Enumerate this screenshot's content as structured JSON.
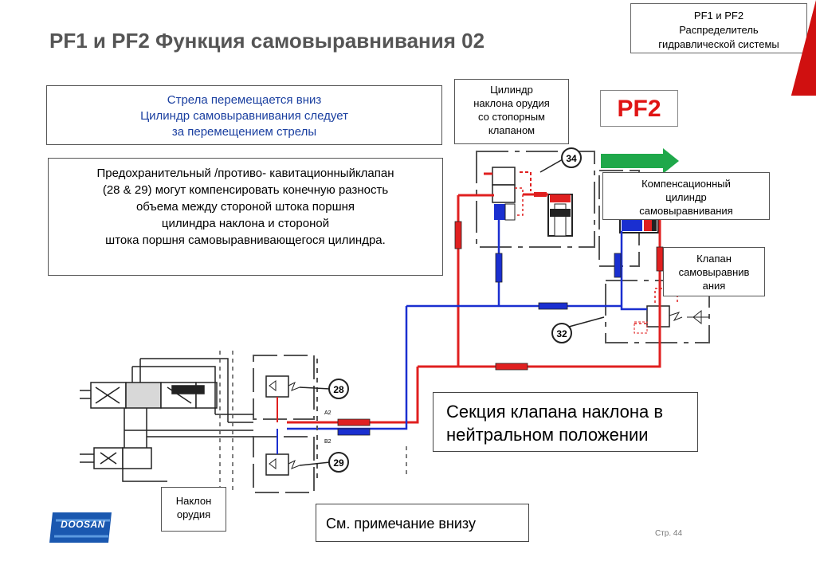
{
  "title": "PF1 и PF2   Функция самовыравнивания 02",
  "header_box": {
    "lines": [
      "PF1 и PF2",
      "Распределитель",
      "гидравлической системы"
    ]
  },
  "info_box": {
    "lines": [
      "Стрела перемещается вниз",
      "Цилиндр самовыравнивания следует",
      "за перемещением стрелы"
    ]
  },
  "note_box": {
    "lines": [
      "Предохранительный /противо- кавитационныйклапан",
      "(28 & 29) могут компенсировать конечную разность",
      "объема между стороной  штока поршня",
      "цилиндра наклона и стороной",
      "штока поршня самовыравнивающегося цилиндра."
    ]
  },
  "labels": {
    "tilt_cylinder": [
      "Цилиндр",
      "наклона орудия",
      "со стопорным",
      "клапаном"
    ],
    "pf2": "PF2",
    "comp_cylinder": [
      "Компенсационный",
      "цилиндр",
      "самовыравнивания"
    ],
    "leveling_valve": [
      "Клапан",
      "самовыравнив",
      "ания"
    ],
    "tilt_section": [
      "Наклон",
      "орудия"
    ]
  },
  "numbers": {
    "n34": "34",
    "n32": "32",
    "n28": "28",
    "n29": "29"
  },
  "port_labels": {
    "a2": "A2",
    "b2": "B2"
  },
  "section_box": [
    "Секция клапана наклона в",
    "нейтральном положении"
  ],
  "see_note": "См. примечание внизу",
  "page_number": "Стр. 44",
  "logo": "DOOSAN",
  "colors": {
    "red_line": "#e02020",
    "blue_line": "#1a2fd0",
    "green_arrow": "#1fa84a",
    "title_gray": "#555555",
    "text_blue": "#1a3fa0"
  }
}
